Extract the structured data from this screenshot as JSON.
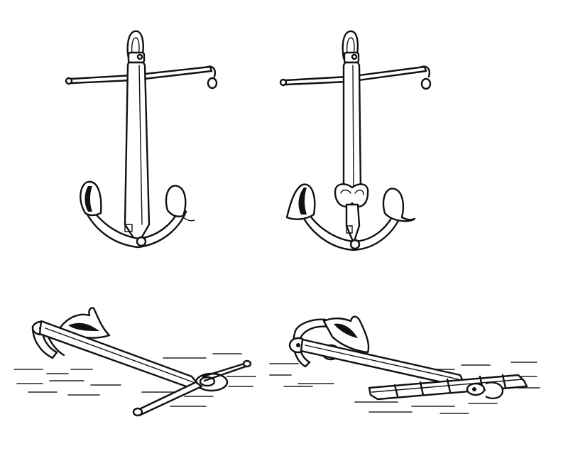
{
  "figure": {
    "ink_color": "#111111",
    "background": "#ffffff",
    "panels": [
      {
        "id": "anchor-upright-stock",
        "icon": "stock-anchor-icon",
        "state": "upright"
      },
      {
        "id": "anchor-upright-stock-swivel",
        "icon": "stock-anchor-swivel-icon",
        "state": "upright"
      },
      {
        "id": "anchor-lying-stock",
        "icon": "stock-anchor-lying-icon",
        "state": "lying on seabed"
      },
      {
        "id": "anchor-lying-stock-stowed",
        "icon": "stock-anchor-stowed-icon",
        "state": "lying on seabed"
      }
    ]
  }
}
